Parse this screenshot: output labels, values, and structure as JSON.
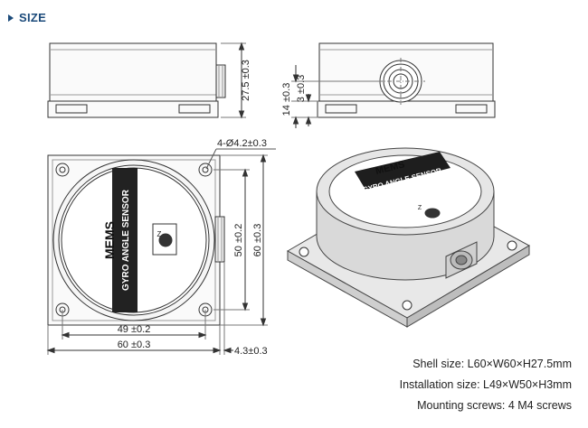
{
  "section": {
    "title": "SIZE"
  },
  "dimensions": {
    "height_total": "27.5 ±0.3",
    "conn_height": "14 ±0.3",
    "conn_offset": "3 ±0.3",
    "hole_spec": "4-Ø4.2±0.3",
    "install_h": "50 ±0.2",
    "shell_h": "60 ±0.3",
    "install_w": "49 ±0.2",
    "shell_w": "60 ±0.3",
    "conn_protrusion": "4.3±0.3"
  },
  "device_labels": {
    "brand": "MEMS",
    "product": "GYRO ANGLE SENSOR",
    "axis": "Z"
  },
  "specs": {
    "shell_size": "Shell size: L60×W60×H27.5mm",
    "installation_size": "Installation size: L49×W50×H3mm",
    "mounting_screws": "Mounting screws: 4 M4 screws"
  }
}
